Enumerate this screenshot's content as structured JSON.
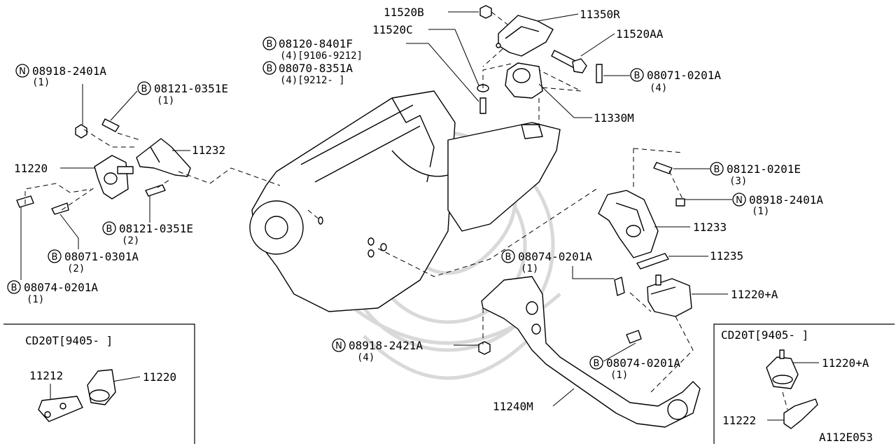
{
  "drawing_id": "A112E053",
  "callouts": {
    "p11520B": "11520B",
    "p11350R": "11350R",
    "p11520C": "11520C",
    "p11520AA": "11520AA",
    "b08120_8401F": "08120-8401F",
    "b08120_qty": "(4)[9106-9212]",
    "b08070_8351A": "08070-8351A",
    "b08070_qty": "(4)[9212-      ]",
    "n08918_2401A_left": "08918-2401A",
    "n08918_2401A_left_qty": "(1)",
    "b08121_0351E_top": "08121-0351E",
    "b08121_0351E_top_qty": "(1)",
    "b08071_0201A": "08071-0201A",
    "b08071_0201A_qty": "(4)",
    "p11330M": "11330M",
    "p11232": "11232",
    "p11220": "11220",
    "b08121_0201E": "08121-0201E",
    "b08121_0201E_qty": "(3)",
    "n08918_2401A_right": "08918-2401A",
    "n08918_2401A_right_qty": "(1)",
    "b08121_0351E_bottom": "08121-0351E",
    "b08121_0351E_bottom_qty": "(2)",
    "p11233": "11233",
    "b08071_0301A": "08071-0301A",
    "b08071_0301A_qty": "(2)",
    "b08074_0201A_mid": "08074-0201A",
    "b08074_0201A_mid_qty": "(1)",
    "p11235": "11235",
    "b08074_0201A_left": "08074-0201A",
    "b08074_0201A_left_qty": "(1)",
    "p11220A": "11220+A",
    "n08918_2421A": "08918-2421A",
    "n08918_2421A_qty": "(4)",
    "b08074_0201A_low": "08074-0201A",
    "b08074_0201A_low_qty": "(1)",
    "p11240M": "11240M"
  },
  "symbols": {
    "bolt": "B",
    "nut": "N"
  },
  "inset_left": {
    "title": "CD20T[9405-      ]",
    "part_a": "11212",
    "part_b": "11220"
  },
  "inset_right": {
    "title": "CD20T[9405-      ]",
    "part_a": "11220+A",
    "part_b": "11222"
  }
}
